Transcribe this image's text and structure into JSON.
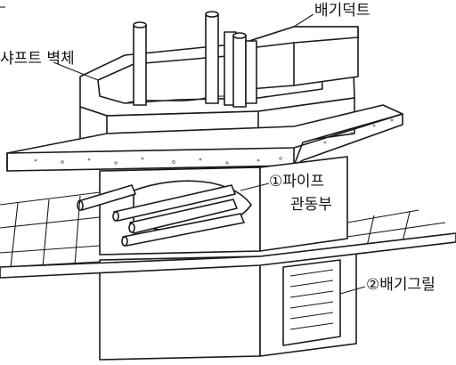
{
  "diagram": {
    "labels": {
      "exhaust_duct": "배기덕트",
      "shaft_wall": "샤프트 벽체",
      "pipe_penetration_line1": "①파이프",
      "pipe_penetration_line2": "관동부",
      "exhaust_grill": "②배기그릴"
    },
    "top_caption": "ㅌ"
  },
  "colors": {
    "ink": "#1a1a1a",
    "paper": "#ffffff"
  }
}
